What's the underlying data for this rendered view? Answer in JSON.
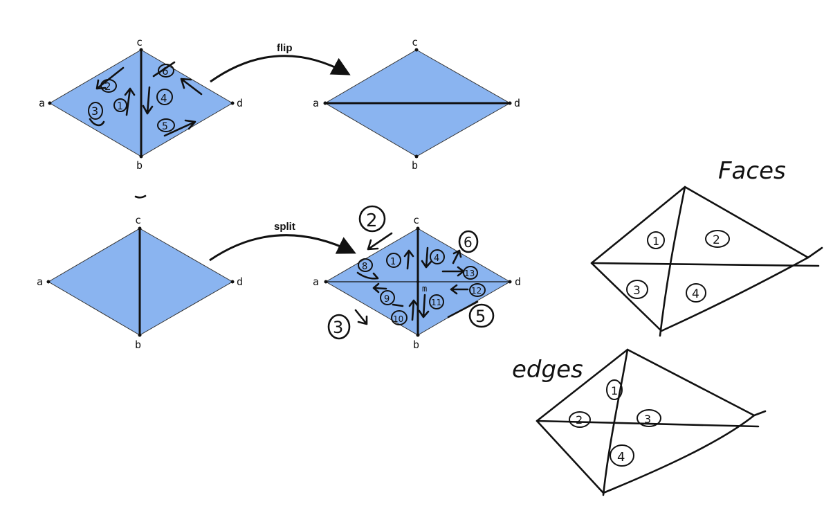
{
  "colors": {
    "face": "#8ab4f0",
    "edge": "#111111",
    "ink": "#111111"
  },
  "operations": {
    "flip": "flip",
    "split": "split"
  },
  "vertices": {
    "a": "a",
    "b": "b",
    "c": "c",
    "d": "d",
    "m": "m"
  },
  "annotations": {
    "flip_before": [
      "2",
      "1",
      "3",
      "6",
      "4",
      "5"
    ],
    "split_after": [
      "2",
      "8",
      "1",
      "4",
      "6",
      "13",
      "12",
      "9",
      "11",
      "10",
      "3",
      "5"
    ]
  },
  "faces_sketch": {
    "title": "Faces",
    "labels": [
      "1",
      "2",
      "3",
      "4"
    ]
  },
  "edges_sketch": {
    "title": "edges",
    "labels": [
      "1",
      "2",
      "3",
      "4"
    ]
  }
}
